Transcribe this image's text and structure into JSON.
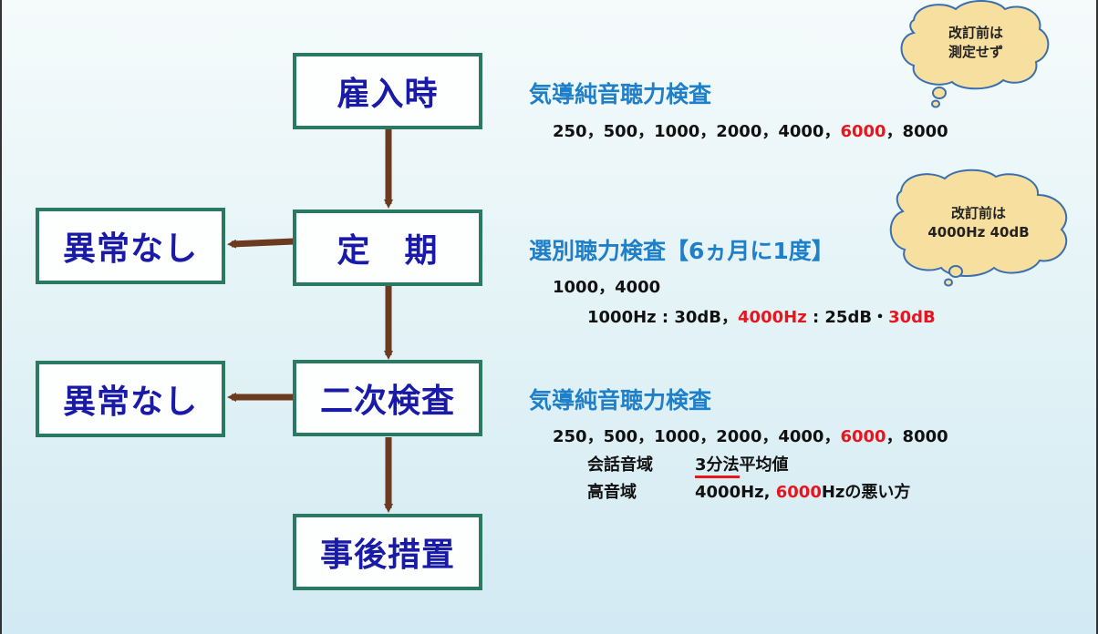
{
  "flow": {
    "step1": "雇入時",
    "step2": "定　期",
    "step3": "二次検査",
    "step4": "事後措置",
    "normal1": "異常なし",
    "normal2": "異常なし"
  },
  "sections": {
    "hire": {
      "title": "気導純音聴力検査",
      "freq_a": "250，500，1000，2000，4000，",
      "freq_red": "6000",
      "freq_b": "，8000"
    },
    "periodic": {
      "title": "選別聴力検査【6ヵ月に1度】",
      "freqs": "1000，4000",
      "criteria_a": "1000Hz : 30dB，",
      "criteria_red1": "4000Hz",
      "criteria_b": " : 25dB・",
      "criteria_red2": "30dB"
    },
    "secondary": {
      "title": "気導純音聴力検査",
      "freq_a": "250，500，1000，2000，4000，",
      "freq_red": "6000",
      "freq_b": "，8000",
      "speech_label": "会話音域",
      "speech_ul": "3分法",
      "speech_rest": "平均値",
      "high_label": "高音域",
      "high_a": "4000Hz, ",
      "high_red": "6000",
      "high_b": "Hzの悪い方"
    }
  },
  "clouds": {
    "top_line1": "改訂前は",
    "top_line2": "測定せず",
    "mid_line1": "改訂前は",
    "mid_line2": "4000Hz 40dB"
  },
  "colors": {
    "box_border": "#2a7a63",
    "box_text": "#1a1aa8",
    "heading": "#1f7fc8",
    "highlight": "#e8141e",
    "arrow": "#6b3a1f",
    "cloud_fill": "#f7dfa0"
  }
}
